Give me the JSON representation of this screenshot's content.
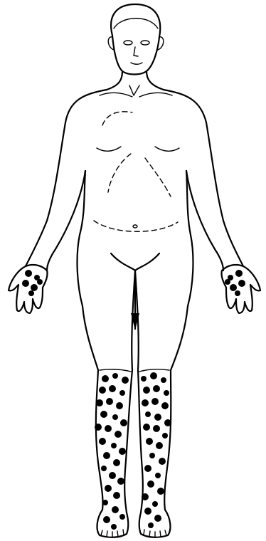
{
  "figure": {
    "background": "#ffffff",
    "ink": "#000000",
    "icon": "human-body-front-outline",
    "marked_regions": [
      {
        "region": "right-palm",
        "marker": "filled-dot"
      },
      {
        "region": "left-palm",
        "marker": "filled-dot"
      },
      {
        "region": "right-lower-leg-and-foot",
        "marker": "filled-dot"
      },
      {
        "region": "left-lower-leg-and-foot",
        "marker": "filled-dot"
      }
    ],
    "arrow": {
      "direction": "down",
      "region": "between-thighs"
    }
  }
}
